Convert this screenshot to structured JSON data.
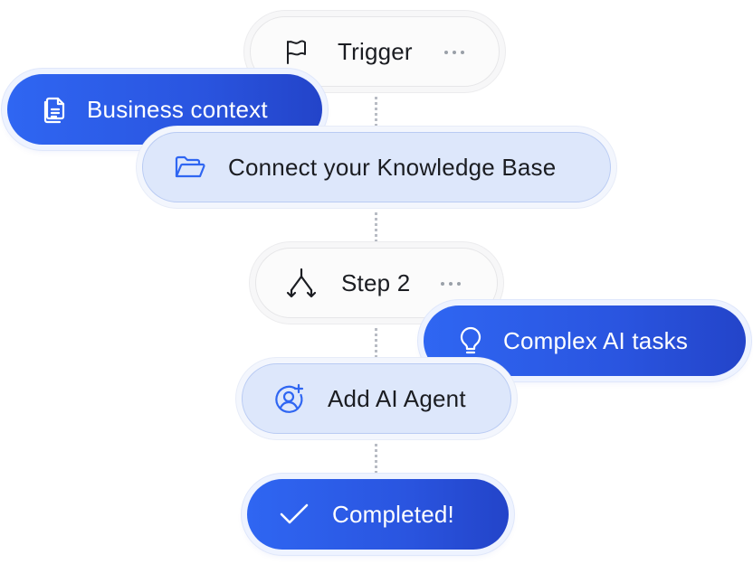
{
  "colors": {
    "accent_blue": "#2f66f2",
    "light_blue": "#dde7fb",
    "connector": "#b8bcc4"
  },
  "flow": {
    "trigger": {
      "label": "Trigger",
      "icon": "flag-icon"
    },
    "business_context": {
      "label": "Business context",
      "icon": "document-icon"
    },
    "knowledge_base": {
      "label": "Connect your Knowledge Base",
      "icon": "folder-open-icon"
    },
    "step2": {
      "label": "Step 2",
      "icon": "split-arrows-icon"
    },
    "complex_ai": {
      "label": "Complex AI tasks",
      "icon": "lightbulb-icon"
    },
    "add_agent": {
      "label": "Add AI Agent",
      "icon": "user-add-icon"
    },
    "completed": {
      "label": "Completed!",
      "icon": "check-icon"
    }
  }
}
